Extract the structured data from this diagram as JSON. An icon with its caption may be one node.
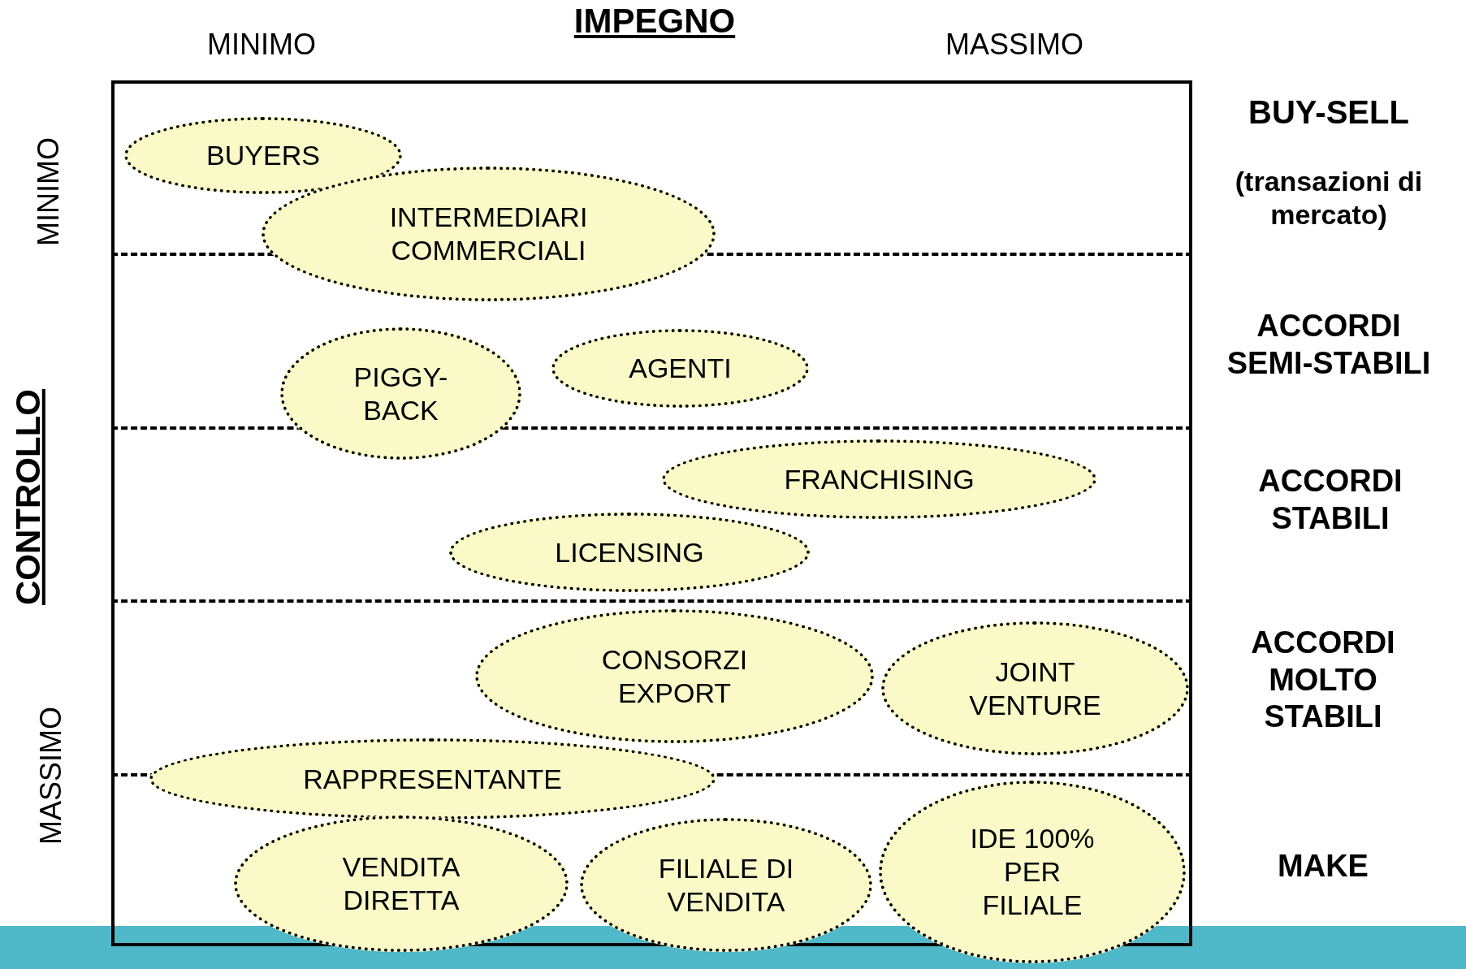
{
  "diagram": {
    "title": "IMPEGNO",
    "nodes": [
      {
        "text": [
          "BUYERS"
        ]
      },
      {
        "text": [
          "INTERMEDIARI COMMERCIALI"
        ]
      },
      {
        "text": [
          "PIGGY-BACK"
        ]
      },
      {
        "text": [
          "AGENTI"
        ]
      },
      {
        "text": [
          "FRANCHISING"
        ]
      },
      {
        "text": [
          "LICENSING"
        ]
      },
      {
        "text": [
          "CONSORZI EXPORT"
        ]
      },
      {
        "text": [
          "JOINT VENTURE"
        ]
      },
      {
        "text": [
          "RAPPRESENTANTE"
        ]
      },
      {
        "text": [
          "VENDITA DIRETTA"
        ]
      },
      {
        "text": [
          "FILIALE DI VENDITA"
        ]
      },
      {
        "text": [
          "IDE 100% PER FILIALE"
        ]
      }
    ],
    "labels": [
      "MINIMO",
      "MASSIMO",
      "MINIMO",
      "CONTROLLO",
      "MASSIMO",
      "BUY-SELL",
      "(transazioni di mercato)",
      "ACCORDI SEMI-STABILI",
      "ACCORDI STABILI",
      "ACCORDI MOLTO STABILI",
      "MAKE"
    ]
  }
}
